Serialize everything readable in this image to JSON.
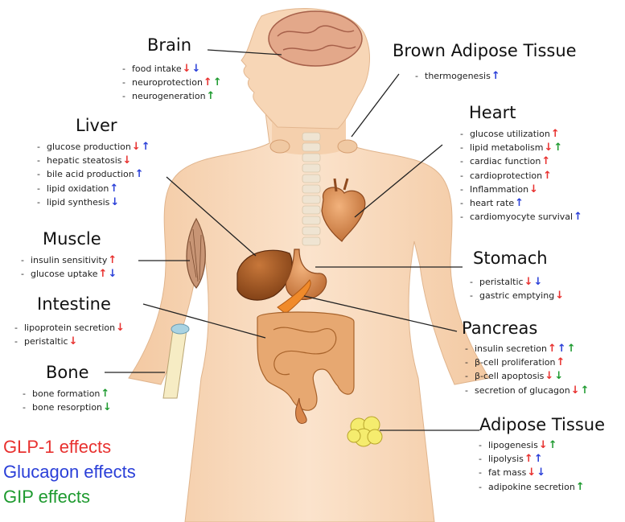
{
  "colors": {
    "glp1": "#e8312f",
    "glucagon": "#2a3fd8",
    "gip": "#1e9a2f",
    "skin": "#f6d3b0",
    "organ": "#d9874b"
  },
  "legend": [
    {
      "label": "GLP-1 effects",
      "color": "#e8312f"
    },
    {
      "label": "Glucagon effects",
      "color": "#2a3fd8"
    },
    {
      "label": "GIP effects",
      "color": "#1e9a2f"
    }
  ],
  "organs": [
    {
      "id": "brain",
      "title": "Brain",
      "effects": [
        {
          "text": "food intake",
          "arrows": [
            {
              "dir": "down",
              "agent": "glp1"
            },
            {
              "dir": "down",
              "agent": "glucagon"
            }
          ]
        },
        {
          "text": "neuroprotection",
          "arrows": [
            {
              "dir": "up",
              "agent": "glp1"
            },
            {
              "dir": "up",
              "agent": "gip"
            }
          ]
        },
        {
          "text": "neurogeneration",
          "arrows": [
            {
              "dir": "up",
              "agent": "gip"
            }
          ]
        }
      ]
    },
    {
      "id": "brown-adipose",
      "title": "Brown Adipose Tissue",
      "effects": [
        {
          "text": "thermogenesis",
          "arrows": [
            {
              "dir": "up",
              "agent": "glucagon"
            }
          ]
        }
      ]
    },
    {
      "id": "liver",
      "title": "Liver",
      "effects": [
        {
          "text": "glucose production",
          "arrows": [
            {
              "dir": "down",
              "agent": "glp1"
            },
            {
              "dir": "up",
              "agent": "glucagon"
            }
          ]
        },
        {
          "text": "hepatic steatosis",
          "arrows": [
            {
              "dir": "down",
              "agent": "glp1"
            }
          ]
        },
        {
          "text": "bile acid production",
          "arrows": [
            {
              "dir": "up",
              "agent": "glucagon"
            }
          ]
        },
        {
          "text": "lipid oxidation",
          "arrows": [
            {
              "dir": "up",
              "agent": "glucagon"
            }
          ]
        },
        {
          "text": "lipid synthesis",
          "arrows": [
            {
              "dir": "down",
              "agent": "glucagon"
            }
          ]
        }
      ]
    },
    {
      "id": "heart",
      "title": "Heart",
      "effects": [
        {
          "text": "glucose utilization",
          "arrows": [
            {
              "dir": "up",
              "agent": "glp1"
            }
          ]
        },
        {
          "text": "lipid metabolism",
          "arrows": [
            {
              "dir": "down",
              "agent": "glp1"
            },
            {
              "dir": "up",
              "agent": "gip"
            }
          ]
        },
        {
          "text": "cardiac function",
          "arrows": [
            {
              "dir": "up",
              "agent": "glp1"
            }
          ]
        },
        {
          "text": "cardioprotection",
          "arrows": [
            {
              "dir": "up",
              "agent": "glp1"
            }
          ]
        },
        {
          "text": "Inflammation",
          "arrows": [
            {
              "dir": "down",
              "agent": "glp1"
            }
          ]
        },
        {
          "text": "heart rate",
          "arrows": [
            {
              "dir": "up",
              "agent": "glucagon"
            }
          ]
        },
        {
          "text": "cardiomyocyte survival",
          "arrows": [
            {
              "dir": "up",
              "agent": "glucagon"
            }
          ]
        }
      ]
    },
    {
      "id": "muscle",
      "title": "Muscle",
      "effects": [
        {
          "text": "insulin sensitivity",
          "arrows": [
            {
              "dir": "up",
              "agent": "glp1"
            }
          ]
        },
        {
          "text": "glucose uptake",
          "arrows": [
            {
              "dir": "up",
              "agent": "glp1"
            },
            {
              "dir": "down",
              "agent": "glucagon"
            }
          ]
        }
      ]
    },
    {
      "id": "stomach",
      "title": "Stomach",
      "effects": [
        {
          "text": "peristaltic",
          "arrows": [
            {
              "dir": "down",
              "agent": "glp1"
            },
            {
              "dir": "down",
              "agent": "glucagon"
            }
          ]
        },
        {
          "text": "gastric emptying",
          "arrows": [
            {
              "dir": "down",
              "agent": "glp1"
            }
          ]
        }
      ]
    },
    {
      "id": "intestine",
      "title": "Intestine",
      "effects": [
        {
          "text": "lipoprotein secretion",
          "arrows": [
            {
              "dir": "down",
              "agent": "glp1"
            }
          ]
        },
        {
          "text": "peristaltic",
          "arrows": [
            {
              "dir": "down",
              "agent": "glp1"
            }
          ]
        }
      ]
    },
    {
      "id": "pancreas",
      "title": "Pancreas",
      "effects": [
        {
          "text": "insulin secretion",
          "arrows": [
            {
              "dir": "up",
              "agent": "glp1"
            },
            {
              "dir": "up",
              "agent": "glucagon"
            },
            {
              "dir": "up",
              "agent": "gip"
            }
          ]
        },
        {
          "text": "β-cell proliferation",
          "arrows": [
            {
              "dir": "up",
              "agent": "glp1"
            }
          ]
        },
        {
          "text": "β-cell apoptosis",
          "arrows": [
            {
              "dir": "down",
              "agent": "glp1"
            },
            {
              "dir": "down",
              "agent": "gip"
            }
          ]
        },
        {
          "text": "secretion of glucagon",
          "arrows": [
            {
              "dir": "down",
              "agent": "glp1"
            },
            {
              "dir": "up",
              "agent": "gip"
            }
          ]
        }
      ]
    },
    {
      "id": "bone",
      "title": "Bone",
      "effects": [
        {
          "text": "bone formation",
          "arrows": [
            {
              "dir": "up",
              "agent": "gip"
            }
          ]
        },
        {
          "text": "bone resorption",
          "arrows": [
            {
              "dir": "down",
              "agent": "gip"
            }
          ]
        }
      ]
    },
    {
      "id": "adipose",
      "title": "Adipose Tissue",
      "effects": [
        {
          "text": "lipogenesis",
          "arrows": [
            {
              "dir": "down",
              "agent": "glp1"
            },
            {
              "dir": "up",
              "agent": "gip"
            }
          ]
        },
        {
          "text": "lipolysis",
          "arrows": [
            {
              "dir": "up",
              "agent": "glp1"
            },
            {
              "dir": "up",
              "agent": "glucagon"
            }
          ]
        },
        {
          "text": "fat mass",
          "arrows": [
            {
              "dir": "down",
              "agent": "glp1"
            },
            {
              "dir": "down",
              "agent": "glucagon"
            }
          ]
        },
        {
          "text": "adipokine secretion",
          "arrows": [
            {
              "dir": "up",
              "agent": "gip"
            }
          ]
        }
      ]
    }
  ]
}
